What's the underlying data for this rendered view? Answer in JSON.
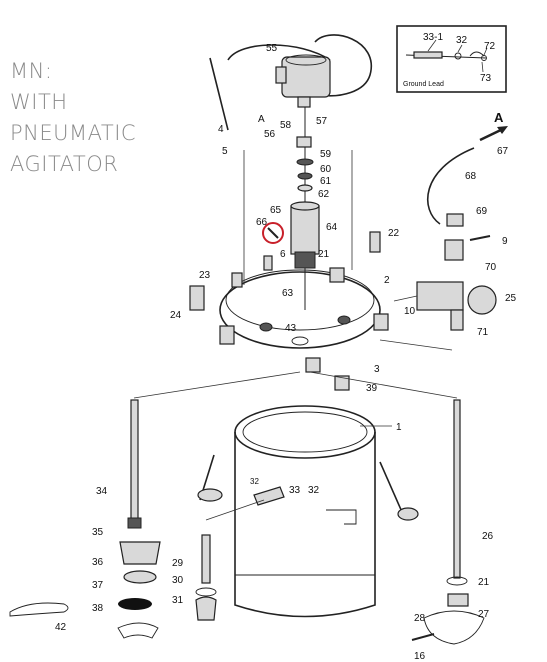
{
  "caption": {
    "lines": [
      "MN:",
      "WITH",
      "PNEUMATIC",
      "AGITATOR"
    ]
  },
  "inset": {
    "labels": [
      "33-1",
      "32",
      "72",
      "73"
    ],
    "ground_lead": "Ground Lead"
  },
  "arrow_label": "A",
  "part_labels": [
    "55",
    "4",
    "5",
    "A",
    "58",
    "57",
    "56",
    "59",
    "60",
    "61",
    "62",
    "65",
    "66",
    "64",
    "21",
    "6",
    "63",
    "22",
    "23",
    "24",
    "2",
    "43",
    "3",
    "39",
    "1",
    "67",
    "68",
    "69",
    "9",
    "70",
    "10",
    "25",
    "71",
    "34",
    "32",
    "33",
    "32",
    "35",
    "36",
    "37",
    "38",
    "29",
    "30",
    "31",
    "42",
    "26",
    "21",
    "28",
    "27",
    "16"
  ],
  "highlight": {
    "part": "66",
    "color": "#c8202a"
  }
}
